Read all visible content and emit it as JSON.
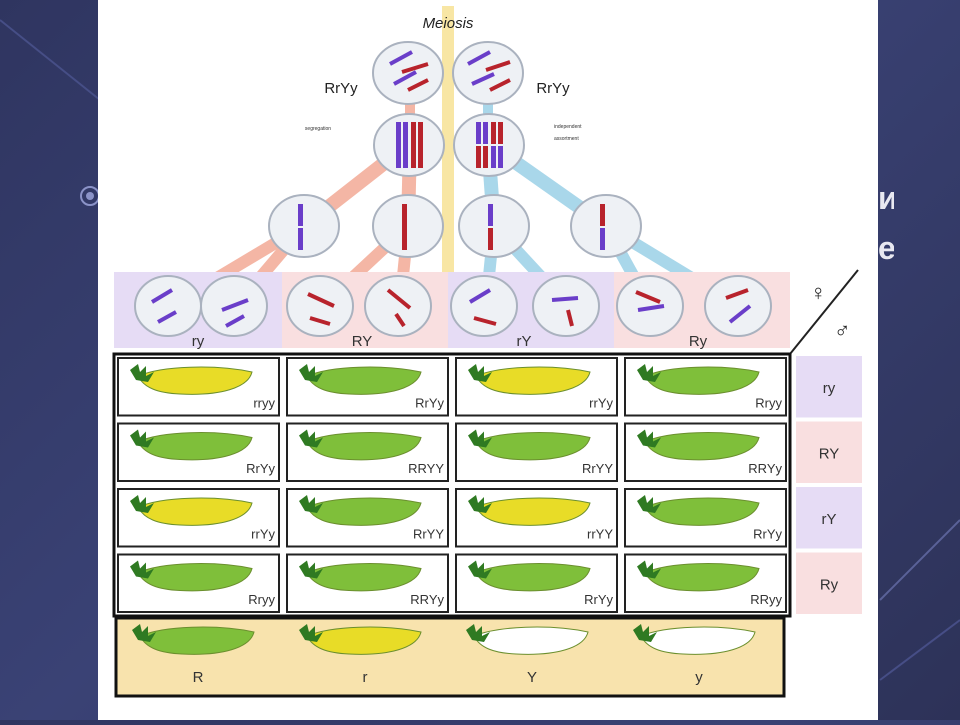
{
  "slide": {
    "peek_line_1": "и",
    "peek_line_2": "е"
  },
  "diagram": {
    "title": "Meiosis",
    "parent_genotype_left": "RrYy",
    "parent_genotype_right": "RrYy",
    "label_left_small": "segregation",
    "label_right_small_1": "independent",
    "label_right_small_2": "assortment",
    "gametes": [
      "ry",
      "RY",
      "rY",
      "Ry"
    ],
    "female_symbol": "♀",
    "male_symbol": "♂",
    "grid_genotypes": [
      [
        "rryy",
        "RrYy",
        "rrYy",
        "Rryy"
      ],
      [
        "RrYy",
        "RRYY",
        "RrYY",
        "RRYy"
      ],
      [
        "rrYy",
        "RrYY",
        "rrYY",
        "RrYy"
      ],
      [
        "Rryy",
        "RRYy",
        "RrYy",
        "RRyy"
      ]
    ],
    "grid_pod_colors": [
      [
        "yellow",
        "green",
        "yellow",
        "green"
      ],
      [
        "green",
        "green",
        "green",
        "green"
      ],
      [
        "yellow",
        "green",
        "yellow",
        "green"
      ],
      [
        "green",
        "green",
        "green",
        "green"
      ]
    ],
    "row_gametes": [
      "ry",
      "RY",
      "rY",
      "Ry"
    ],
    "legend": [
      {
        "label": "R",
        "pod": "green"
      },
      {
        "label": "r",
        "pod": "yellow"
      },
      {
        "label": "Y",
        "pod": "white"
      },
      {
        "label": "y",
        "pod": "white"
      }
    ],
    "colors": {
      "chrom_blue": "#6a3ec9",
      "chrom_red": "#b8232c",
      "pod_green": "#7fbf3a",
      "pod_yellow": "#e8dc27",
      "path_salmon": "#f4b6a5",
      "path_blue": "#a9d7ea",
      "path_yellow": "#f8e6a4",
      "band_purple": "#e6dcf5",
      "band_pink": "#f9dfe0",
      "legend_bg": "#f8e3ad",
      "slide_bg": "#2f3560"
    }
  }
}
